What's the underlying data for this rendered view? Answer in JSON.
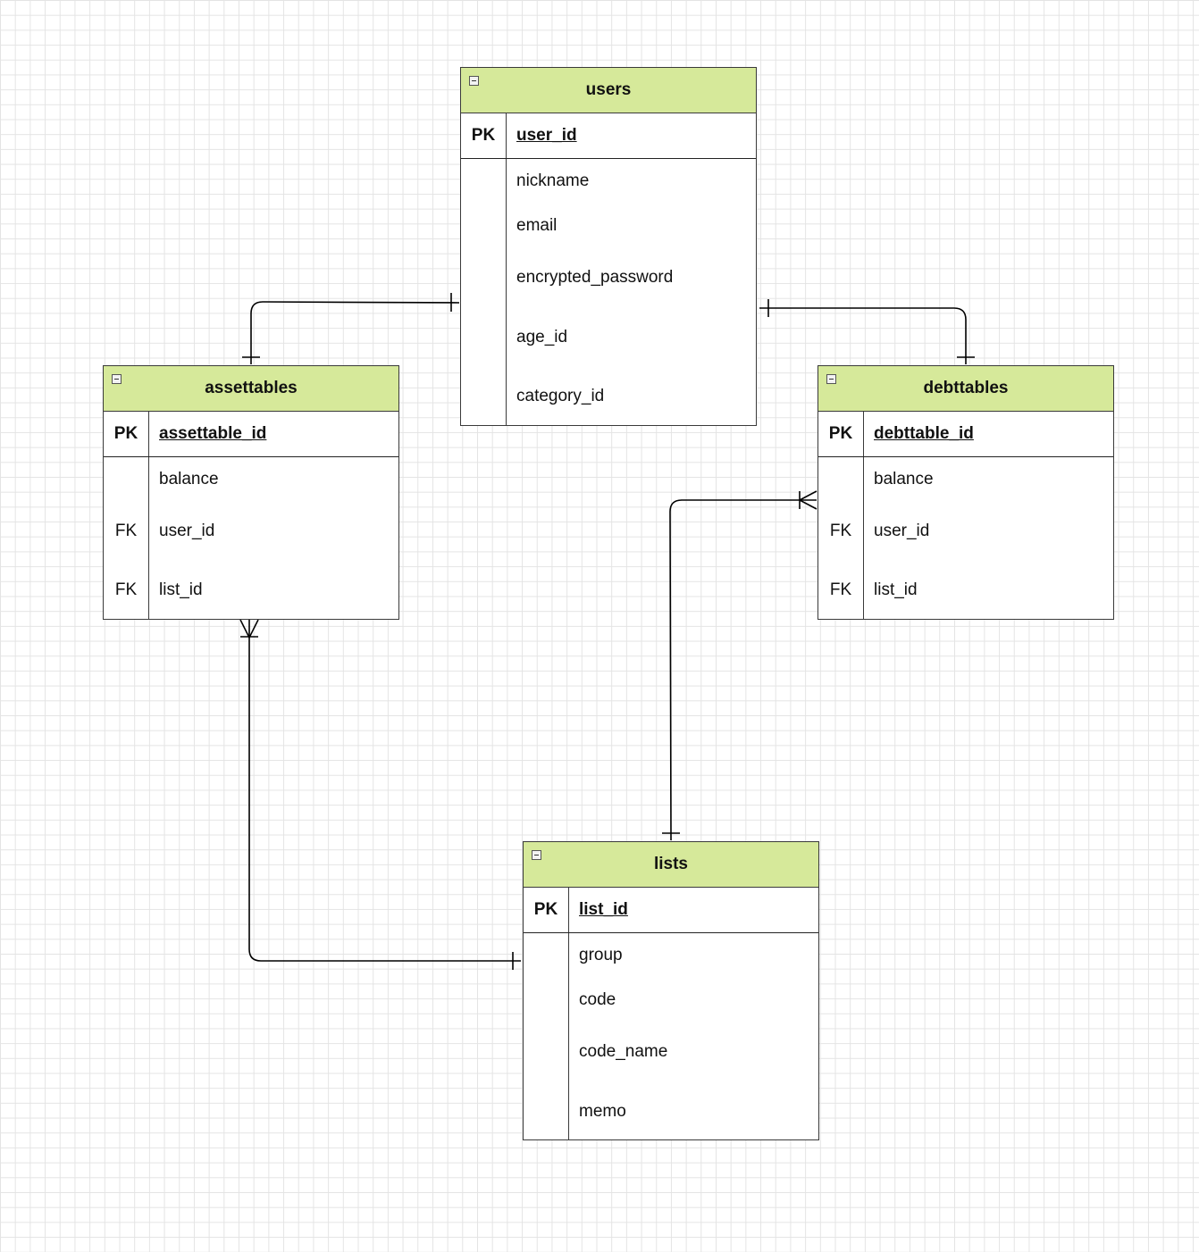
{
  "entities": {
    "users": {
      "name": "users",
      "pk": {
        "label": "PK",
        "field": "user_id"
      },
      "fields": [
        {
          "key": "",
          "name": "nickname"
        },
        {
          "key": "",
          "name": "email"
        },
        {
          "key": "",
          "name": "encrypted_password"
        },
        {
          "key": "",
          "name": "age_id"
        },
        {
          "key": "",
          "name": "category_id"
        }
      ]
    },
    "assettables": {
      "name": "assettables",
      "pk": {
        "label": "PK",
        "field": "assettable_id"
      },
      "fields": [
        {
          "key": "",
          "name": "balance"
        },
        {
          "key": "FK",
          "name": "user_id"
        },
        {
          "key": "FK",
          "name": "list_id"
        }
      ]
    },
    "debttables": {
      "name": "debttables",
      "pk": {
        "label": "PK",
        "field": "debttable_id"
      },
      "fields": [
        {
          "key": "",
          "name": "balance"
        },
        {
          "key": "FK",
          "name": "user_id"
        },
        {
          "key": "FK",
          "name": "list_id"
        }
      ]
    },
    "lists": {
      "name": "lists",
      "pk": {
        "label": "PK",
        "field": "list_id"
      },
      "fields": [
        {
          "key": "",
          "name": "group"
        },
        {
          "key": "",
          "name": "code"
        },
        {
          "key": "",
          "name": "code_name"
        },
        {
          "key": "",
          "name": "memo"
        }
      ]
    }
  },
  "relationships": [
    {
      "from": "users",
      "to": "assettables",
      "from_end": "one",
      "to_end": "one"
    },
    {
      "from": "users",
      "to": "debttables",
      "from_end": "one",
      "to_end": "one"
    },
    {
      "from": "lists",
      "to": "debttables",
      "from_end": "one",
      "to_end": "many"
    },
    {
      "from": "lists",
      "to": "assettables",
      "from_end": "one",
      "to_end": "many"
    }
  ],
  "colors": {
    "header_fill": "#d6e99a",
    "border": "#3a3a3a",
    "line": "#000000",
    "grid": "#e4e4e4"
  }
}
